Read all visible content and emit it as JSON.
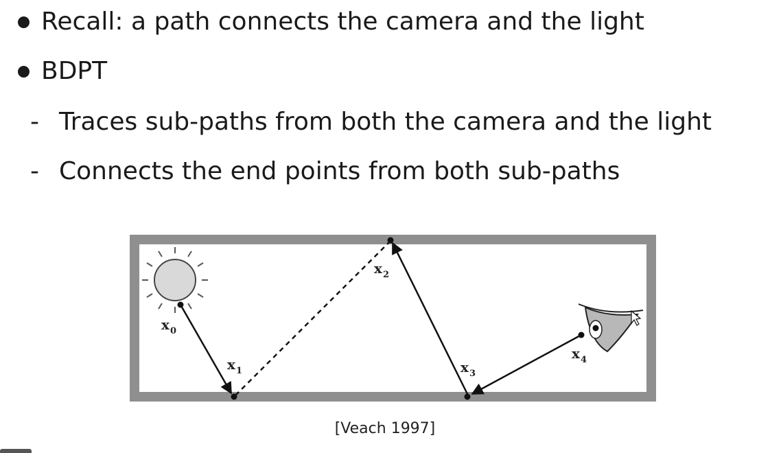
{
  "bullets": [
    "Recall: a path connects the camera and the light",
    "BDPT"
  ],
  "sub_bullets": [
    "Traces sub-paths from both the camera and the light",
    "Connects the end points from both sub-paths"
  ],
  "dash_glyph": "-",
  "figure": {
    "labels": {
      "x0": {
        "base": "x",
        "sub": "0"
      },
      "x1": {
        "base": "x",
        "sub": "1"
      },
      "x2": {
        "base": "x",
        "sub": "2"
      },
      "x3": {
        "base": "x",
        "sub": "3"
      },
      "x4": {
        "base": "x",
        "sub": "4"
      }
    },
    "icons": [
      "sun-light-icon",
      "eye-camera-icon",
      "mouse-cursor-icon"
    ]
  },
  "caption": "[Veach 1997]"
}
